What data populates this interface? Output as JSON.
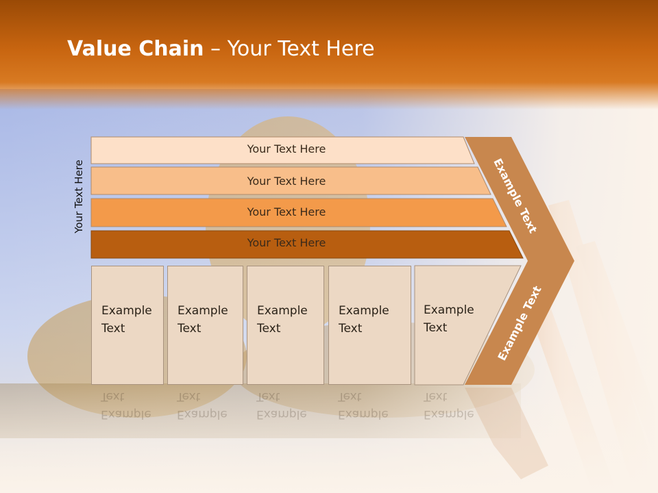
{
  "slide": {
    "title_bold": "Value Chain",
    "title_rest": " – Your Text Here",
    "side_label": "Your Text Here"
  },
  "bands": [
    {
      "label": "Your Text Here",
      "color": "#fde0c8"
    },
    {
      "label": "Your Text Here",
      "color": "#f8be8a"
    },
    {
      "label": "Your Text Here",
      "color": "#f39a4a"
    },
    {
      "label": "Your Text Here",
      "color": "#b85e10"
    }
  ],
  "boxes": [
    {
      "line1": "Example",
      "line2": "Text"
    },
    {
      "line1": "Example",
      "line2": "Text"
    },
    {
      "line1": "Example",
      "line2": "Text"
    },
    {
      "line1": "Example",
      "line2": "Text"
    },
    {
      "line1": "Example",
      "line2": "Text"
    }
  ],
  "chevron": {
    "upper_label": "Example Text",
    "lower_label": "Example Text",
    "color": "#c8874e"
  }
}
